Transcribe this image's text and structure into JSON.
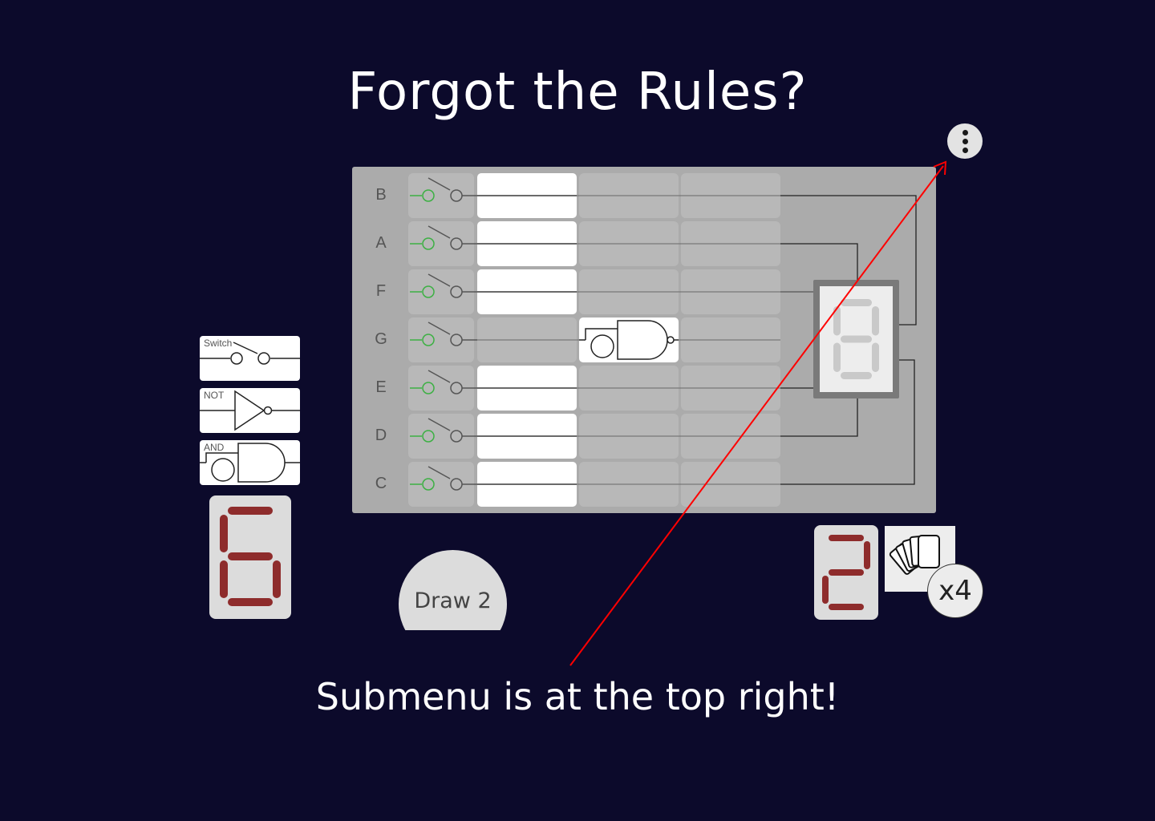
{
  "title": "Forgot the Rules?",
  "caption": "Submenu is at the top right!",
  "menu": {
    "icon": "more-vertical-icon"
  },
  "board": {
    "rows": [
      {
        "label": "B",
        "slot": "card"
      },
      {
        "label": "A",
        "slot": "card"
      },
      {
        "label": "F",
        "slot": "card"
      },
      {
        "label": "G",
        "slot": "empty"
      },
      {
        "label": "E",
        "slot": "card"
      },
      {
        "label": "D",
        "slot": "card"
      },
      {
        "label": "C",
        "slot": "card"
      }
    ],
    "placed_gate": "AND",
    "display_digit": "8"
  },
  "hand": {
    "cards": [
      {
        "label": "Switch",
        "icon": "switch-icon"
      },
      {
        "label": "NOT",
        "icon": "not-gate-icon"
      },
      {
        "label": "AND",
        "icon": "and-gate-icon"
      }
    ],
    "target_digit": "6"
  },
  "draw_button": {
    "label": "Draw 2"
  },
  "opponent": {
    "digit": "2",
    "deck_count": "x4",
    "deck_icon": "card-deck-icon"
  },
  "colors": {
    "background": "#0c0a2b",
    "board": "#ababab",
    "segment_on": "#8e2c2c",
    "switch_green": "#3cb043",
    "arrow": "#ff0000"
  }
}
